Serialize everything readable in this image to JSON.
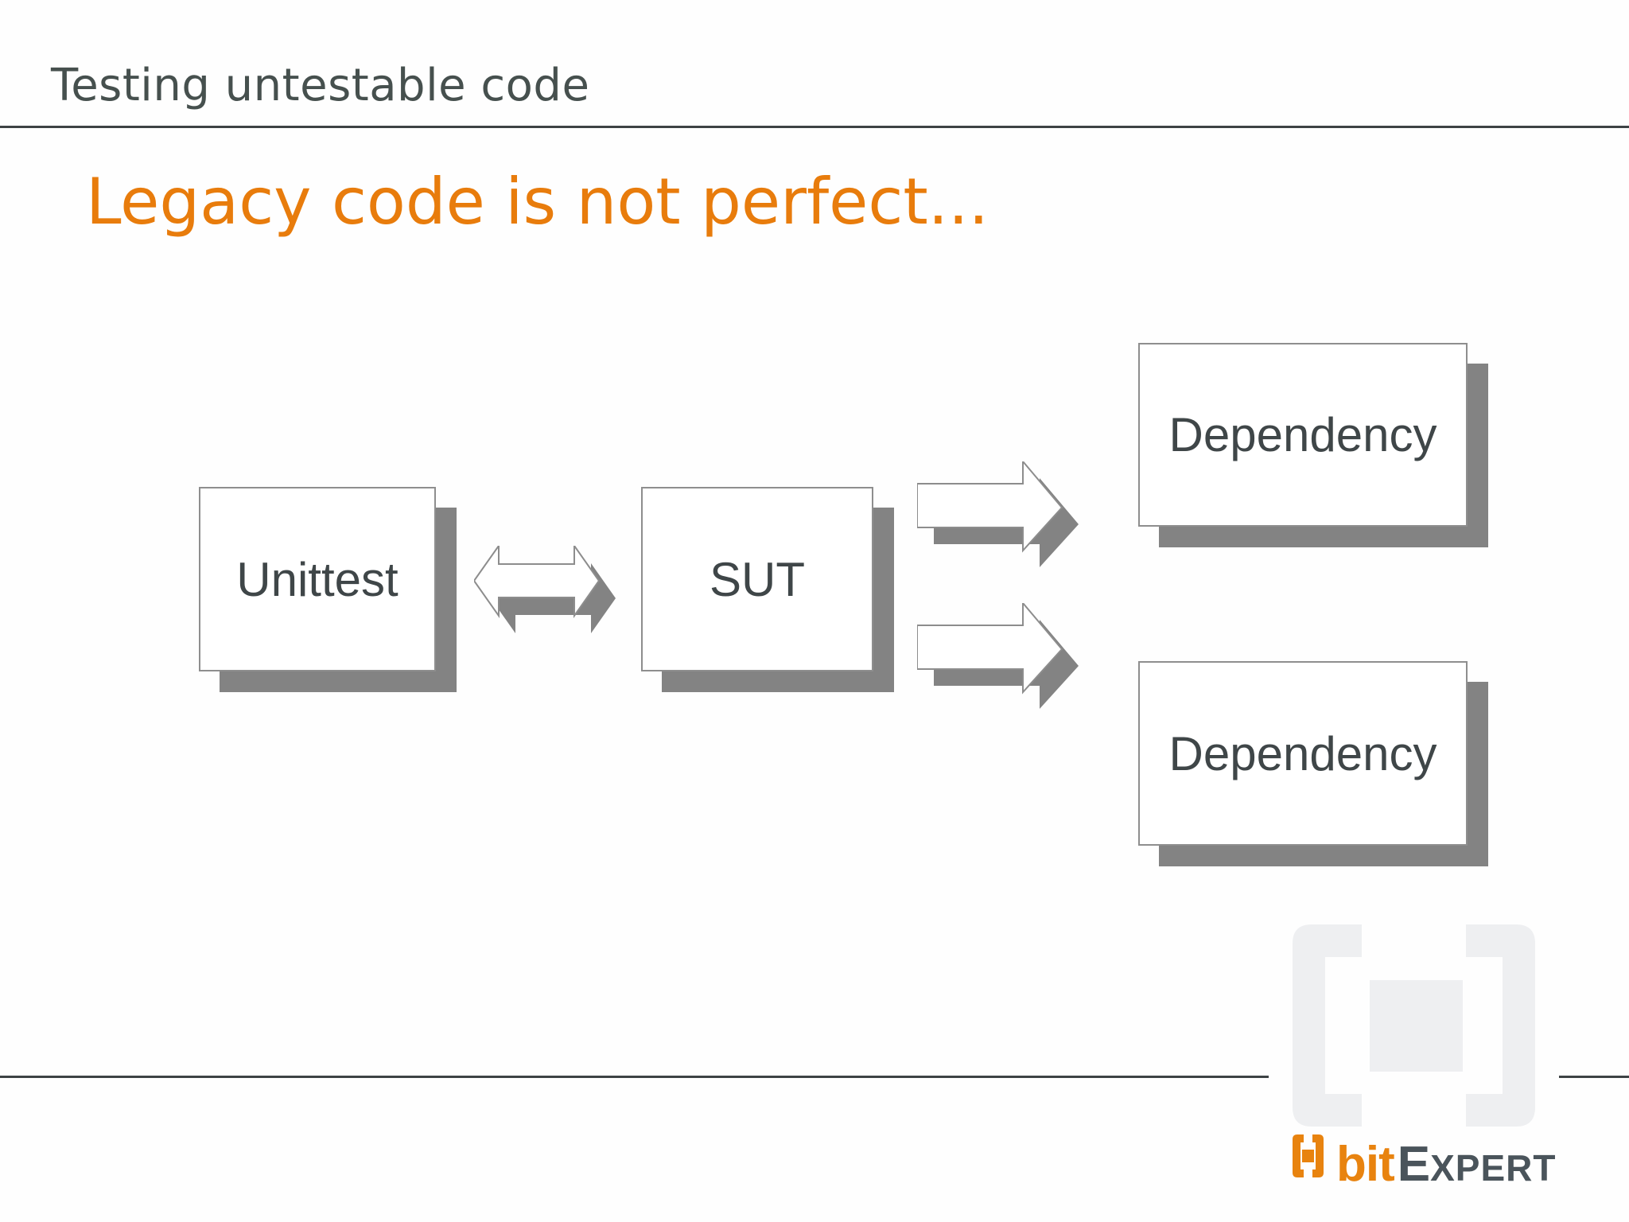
{
  "slide": {
    "header": "Testing untestable code",
    "title": "Legacy code is not perfect..."
  },
  "diagram": {
    "boxes": [
      {
        "id": "unittest",
        "label": "Unittest"
      },
      {
        "id": "sut",
        "label": "SUT"
      },
      {
        "id": "dependency-top",
        "label": "Dependency"
      },
      {
        "id": "dependency-bottom",
        "label": "Dependency"
      }
    ],
    "connectors": [
      {
        "id": "unittest-sut",
        "type": "double-arrow",
        "from": "Unittest",
        "to": "SUT"
      },
      {
        "id": "sut-dependency-top",
        "type": "right-arrow",
        "from": "SUT",
        "to": "Dependency"
      },
      {
        "id": "sut-dependency-bottom",
        "type": "right-arrow",
        "from": "SUT",
        "to": "Dependency"
      }
    ]
  },
  "logo": {
    "brand_bit": "bit",
    "brand_expert_initial": "E",
    "brand_expert_rest": "XPERT"
  },
  "colors": {
    "accent_orange": "#e87c0c",
    "logo_orange": "#e8830f",
    "heading_gray": "#46504e",
    "rule_gray": "#3d4244",
    "box_text_gray": "#3f4648",
    "box_border_gray": "#8e8e8e",
    "shadow_gray": "#838383",
    "watermark_gray": "#eeeff1",
    "logo_slate": "#4a545b"
  }
}
